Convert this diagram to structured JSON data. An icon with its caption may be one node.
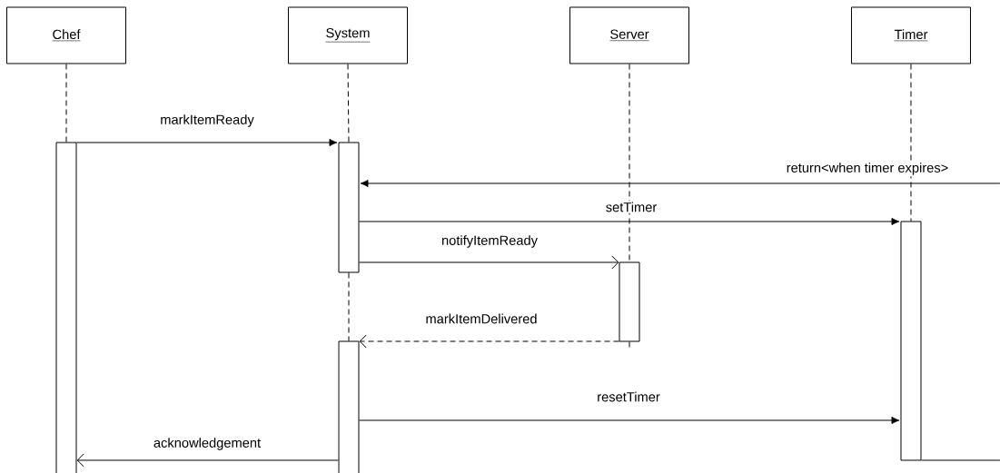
{
  "diagram": {
    "nodes": [
      {
        "text": [
          "Chef"
        ]
      },
      {
        "text": [
          "System"
        ]
      },
      {
        "text": [
          "Server"
        ]
      },
      {
        "text": [
          "Timer"
        ]
      },
      {
        "text": [],
        "shape": "bar"
      },
      {
        "text": [],
        "shape": "bar"
      },
      {
        "text": [],
        "shape": "bar"
      },
      {
        "text": [],
        "shape": "bar"
      },
      {
        "text": [],
        "shape": "bar"
      }
    ],
    "edges": [
      {
        "from": 0,
        "to": 4,
        "arrow": "none",
        "style": "dashed"
      },
      {
        "from": 1,
        "to": 5,
        "arrow": "none",
        "style": "dashed"
      },
      {
        "from": 5,
        "to": 7,
        "arrow": "none",
        "style": "dashed"
      },
      {
        "from": 2,
        "to": 6,
        "arrow": "none",
        "style": "dashed"
      },
      {
        "from": 6,
        "to": null,
        "arrow": "none",
        "style": "dashed"
      },
      {
        "from": 3,
        "to": 8,
        "arrow": "none",
        "style": "dashed"
      },
      {
        "from": 4,
        "to": 5,
        "arrow": "to",
        "label": "markItemReady"
      },
      {
        "from": null,
        "to": 5,
        "arrow": "to",
        "label": "return<when timer expires>"
      },
      {
        "from": 5,
        "to": 8,
        "arrow": "to",
        "label": "setTimer"
      },
      {
        "from": 5,
        "to": 6,
        "arrow": "to",
        "label": "notifyItemReady"
      },
      {
        "from": 6,
        "to": 7,
        "arrow": "to",
        "label": "markItemDelivered",
        "style": "dashed"
      },
      {
        "from": 7,
        "to": 8,
        "arrow": "to",
        "label": "resetTimer"
      },
      {
        "from": 7,
        "to": 4,
        "arrow": "to",
        "label": "acknowledgement"
      },
      {
        "from": 8,
        "to": null,
        "arrow": "none"
      }
    ]
  }
}
